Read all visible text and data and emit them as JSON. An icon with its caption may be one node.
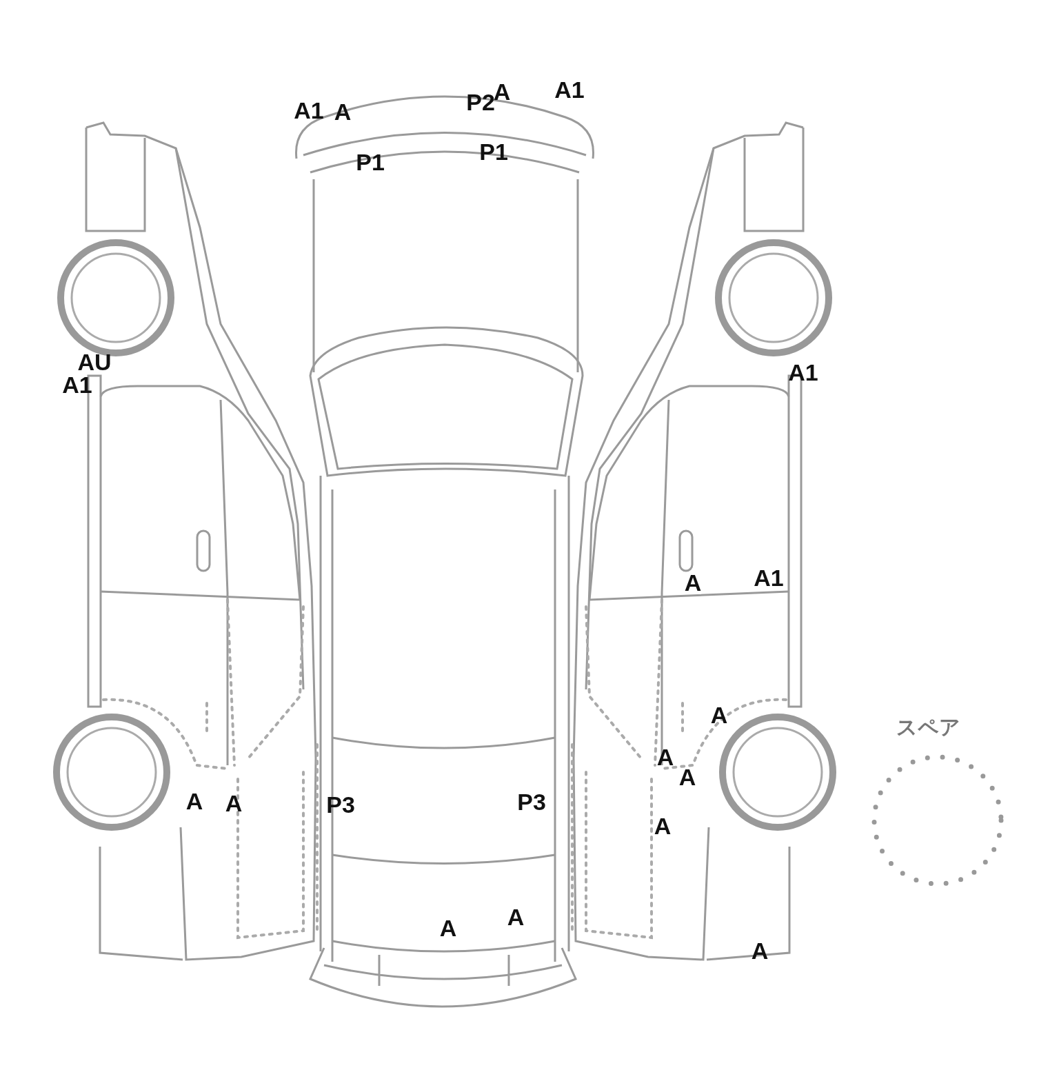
{
  "diagram": {
    "nodes": [
      {
        "text": [
          "スペア"
        ]
      }
    ],
    "labels": [
      "A1",
      "A",
      "P2",
      "A1",
      "A",
      "P1",
      "P1",
      "AU",
      "A1",
      "A1",
      "A1",
      "A",
      "A",
      "A",
      "A",
      "P3",
      "A",
      "A",
      "P3",
      "A",
      "A",
      "A",
      "A"
    ]
  }
}
